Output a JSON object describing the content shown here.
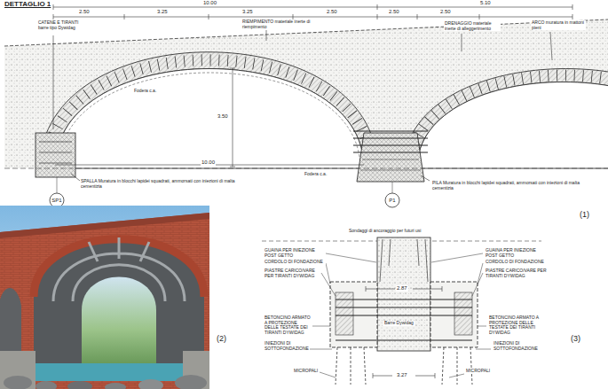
{
  "diagram": {
    "labels": [
      "DETTAGLIO 1",
      "10.00",
      "5.10",
      "2.50",
      "3.25",
      "3.25",
      "2.50",
      "2.50",
      "2.50",
      "CATENE E TIRANTI barre tipo Dywidag",
      "RIEMPIMENTO materiale inerte di riempimento",
      "DRENAGGIO materiale inerte di alleggerimento",
      "ARCO muratura in mattoni pieni",
      "3.50",
      "Fodera c.a.",
      "10.00",
      "Fodera c.a.",
      "SPALLA Muratura in blocchi lapidei squadrati, ammorsati con iniezioni di malta cementizia",
      "PILA Muratura in blocchi lapidei squadrati, ammorsati con iniezioni di malta cementizia",
      "SP1",
      "P1",
      "(1)",
      "(2)",
      "(3)",
      "Sondaggi di ancoraggio per futuri usi",
      "GUAINA PER INIEZIONE POST GETTO",
      "GUAINA PER INIEZIONE POST GETTO",
      "CORDOLO DI FONDAZIONE",
      "CORDOLO DI FONDAZIONE",
      "PIASTRE CARICO/VARE PER TIRANTI DYWIDAG",
      "PIASTRE CARICO/VARE PER TIRANTI DYWIDAG",
      "2.87",
      "Barre Dywidag",
      "BETONCINO ARMATO A PROTEZIONE DELLE TESTATE DEI TIRANTI DYWIDAG",
      "BETONCINO ARMATO A PROTEZIONE DELLE TESTATE DEI TIRANTI DYWIDAG",
      "INIEZIONI DI SOTTOFONDAZIONE",
      "INIEZIONI DI SOTTOFONDAZIONE",
      "MICROPALI",
      "MICROPALI",
      "3.27"
    ]
  }
}
